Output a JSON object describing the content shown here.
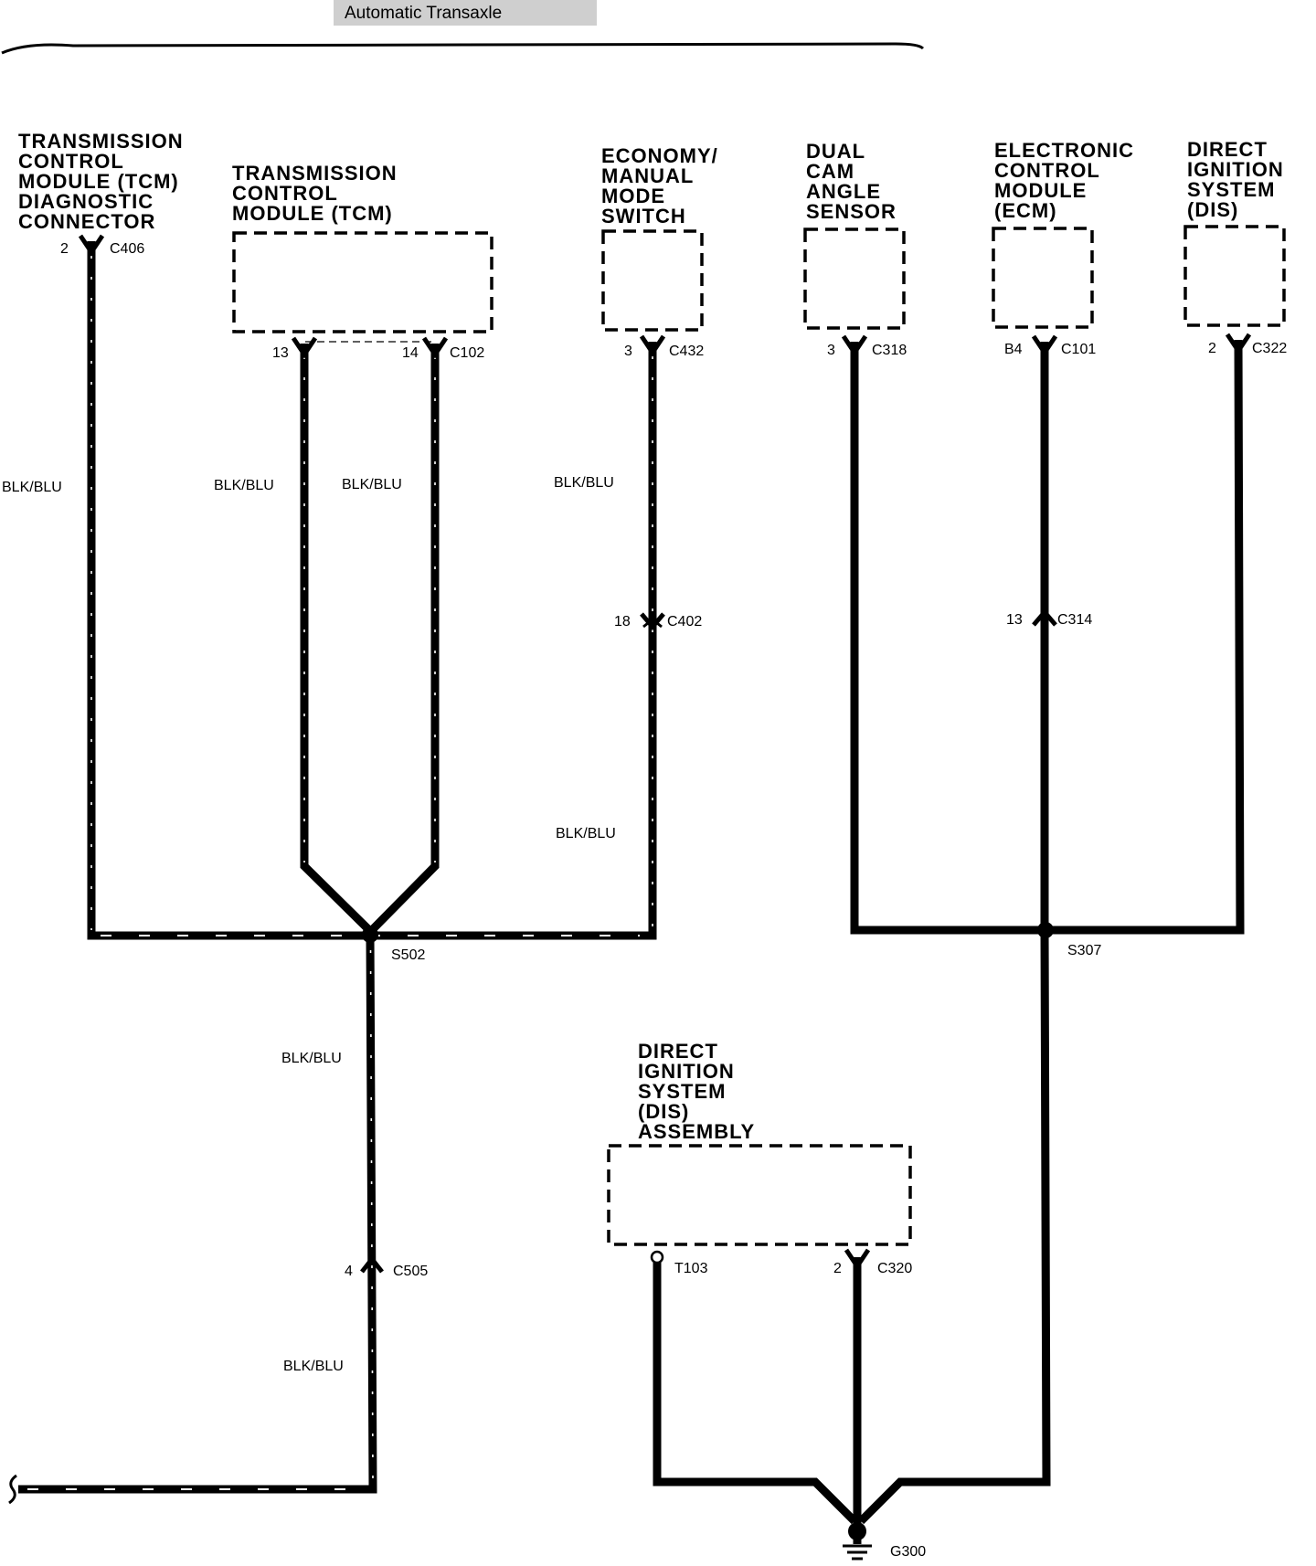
{
  "title": "Automatic Transaxle",
  "components": {
    "tcm_diag": [
      "TRANSMISSION",
      "CONTROL",
      "MODULE (TCM)",
      "DIAGNOSTIC",
      "CONNECTOR"
    ],
    "tcm": [
      "TRANSMISSION",
      "CONTROL",
      "MODULE (TCM)"
    ],
    "econ": [
      "ECONOMY/",
      "MANUAL",
      "MODE",
      "SWITCH"
    ],
    "cam": [
      "DUAL",
      "CAM",
      "ANGLE",
      "SENSOR"
    ],
    "ecm": [
      "ELECTRONIC",
      "CONTROL",
      "MODULE",
      "(ECM)"
    ],
    "dis": [
      "DIRECT",
      "IGNITION",
      "SYSTEM",
      "(DIS)"
    ],
    "dis_asm": [
      "DIRECT",
      "IGNITION",
      "SYSTEM",
      "(DIS)",
      "ASSEMBLY"
    ]
  },
  "pins": {
    "c406": {
      "pin": "2",
      "conn": "C406"
    },
    "c102a": {
      "pin": "13"
    },
    "c102b": {
      "pin": "14",
      "conn": "C102"
    },
    "c432": {
      "pin": "3",
      "conn": "C432"
    },
    "c402": {
      "pin": "18",
      "conn": "C402"
    },
    "c318": {
      "pin": "3",
      "conn": "C318"
    },
    "c101": {
      "pin": "B4",
      "conn": "C101"
    },
    "c314": {
      "pin": "13",
      "conn": "C314"
    },
    "c322": {
      "pin": "2",
      "conn": "C322"
    },
    "c505": {
      "pin": "4",
      "conn": "C505"
    },
    "t103": {
      "conn": "T103"
    },
    "c320": {
      "pin": "2",
      "conn": "C320"
    }
  },
  "splices": {
    "s502": "S502",
    "s307": "S307"
  },
  "ground": "G300",
  "wire_colors": {
    "w1": "BLK/BLU",
    "w2": "BLK/BLU",
    "w3": "BLK/BLU",
    "w4": "BLK/BLU",
    "w5": "BLK/BLU",
    "w6": "BLK/BLU",
    "w7": "BLK/BLU"
  }
}
